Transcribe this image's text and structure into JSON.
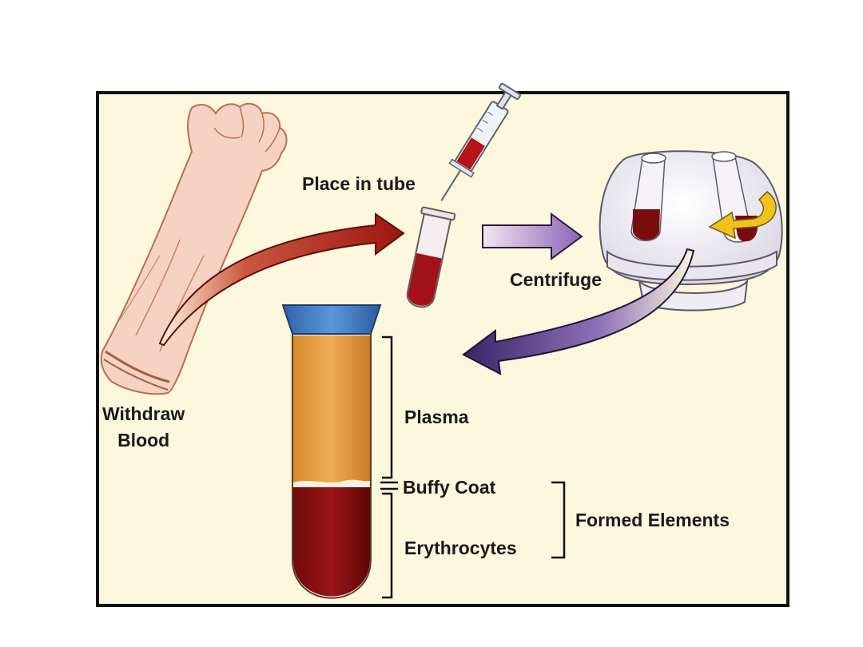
{
  "labels": {
    "withdraw_line1": "Withdraw",
    "withdraw_line2": "Blood",
    "place_in_tube": "Place in tube",
    "centrifuge": "Centrifuge",
    "plasma": "Plasma",
    "buffy_coat": "Buffy Coat",
    "erythrocytes": "Erythrocytes",
    "formed_elements": "Formed Elements"
  },
  "colors": {
    "panel_bg": "#fdf7dd",
    "blood": "#8b0e10",
    "plasma": "#e49a3a",
    "tube_cap": "#3f7dc6",
    "arrow_red": "#b51c14",
    "arrow_violet": "#8c63b7",
    "arrow_purple": "#4a2d7c"
  },
  "icons": [
    "arm-illustration",
    "syringe-illustration",
    "test-tube-illustration",
    "centrifuge-illustration",
    "blood-tube-illustration"
  ]
}
